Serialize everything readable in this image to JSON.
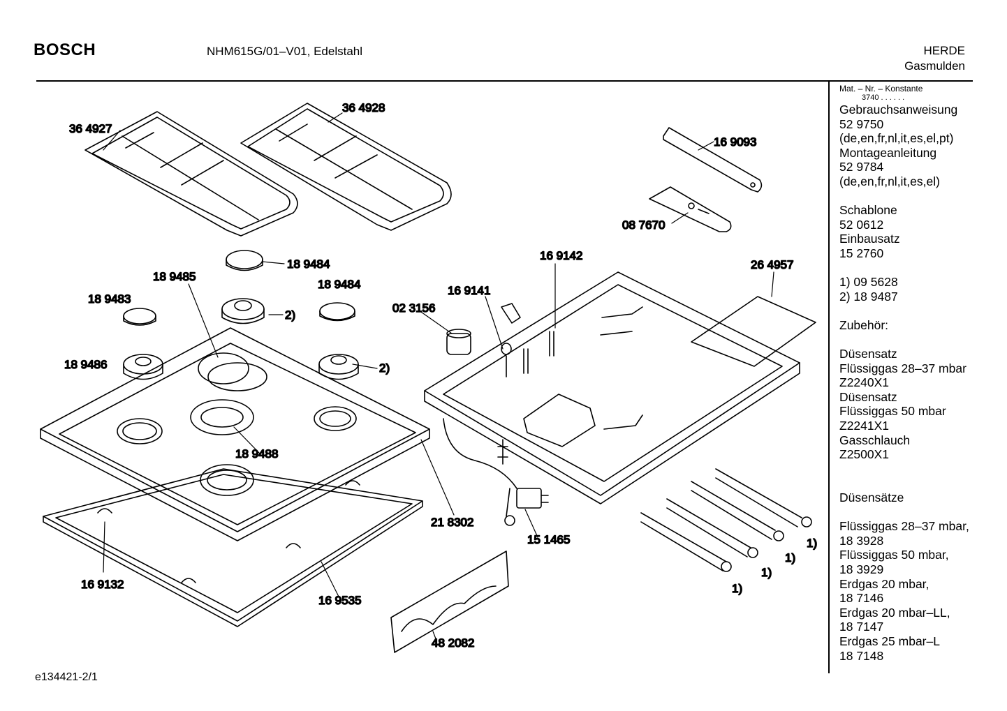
{
  "header": {
    "brand": "BOSCH",
    "model": "NHM615G/01–V01, Edelstahl",
    "category": "HERDE",
    "subcategory": "Gasmulden"
  },
  "sidebar": {
    "heading": "Mat. – Nr. – Konstante",
    "constant": "3740 . . . . . .",
    "lines": [
      "Gebrauchsanweisung",
      "52 9750",
      "(de,en,fr,nl,it,es,el,pt)",
      "Montageanleitung",
      "52 9784",
      "(de,en,fr,nl,it,es,el)",
      "",
      "Schablone",
      "52 0612",
      "Einbausatz",
      "15 2760",
      "",
      "1)  09 5628",
      "2)  18 9487",
      "",
      "Zubehör:",
      "",
      "Düsensatz",
      "Flüssiggas 28–37 mbar",
      "Z2240X1",
      "Düsensatz",
      "Flüssiggas 50 mbar",
      "Z2241X1",
      "Gasschlauch",
      "Z2500X1",
      "",
      "",
      "Düsensätze",
      "",
      "Flüssiggas 28–37 mbar,",
      "18 3928",
      "Flüssiggas 50 mbar,",
      "18 3929",
      "Erdgas 20 mbar,",
      "18 7146",
      "Erdgas 20 mbar–LL,",
      "18 7147",
      "Erdgas 25 mbar–L",
      "18 7148"
    ]
  },
  "parts": {
    "p364927": "36 4927",
    "p364928": "36 4928",
    "p169093": "16 9093",
    "p087670": "08 7670",
    "p189484a": "18 9484",
    "p189485": "18 9485",
    "p189484b": "18 9484",
    "p189483": "18 9483",
    "p023156": "02 3156",
    "p169141": "16 9141",
    "p169142": "16 9142",
    "p264957": "26 4957",
    "p189486": "18 9486",
    "p2a": "2)",
    "p2b": "2)",
    "p189488": "18 9488",
    "p218302": "21 8302",
    "p151465": "15 1465",
    "p169132": "16 9132",
    "p169535": "16 9535",
    "p482082": "48 2082",
    "p1a": "1)",
    "p1b": "1)",
    "p1c": "1)",
    "p1d": "1)"
  },
  "footer": {
    "drawing_id": "e134421-2/1"
  }
}
